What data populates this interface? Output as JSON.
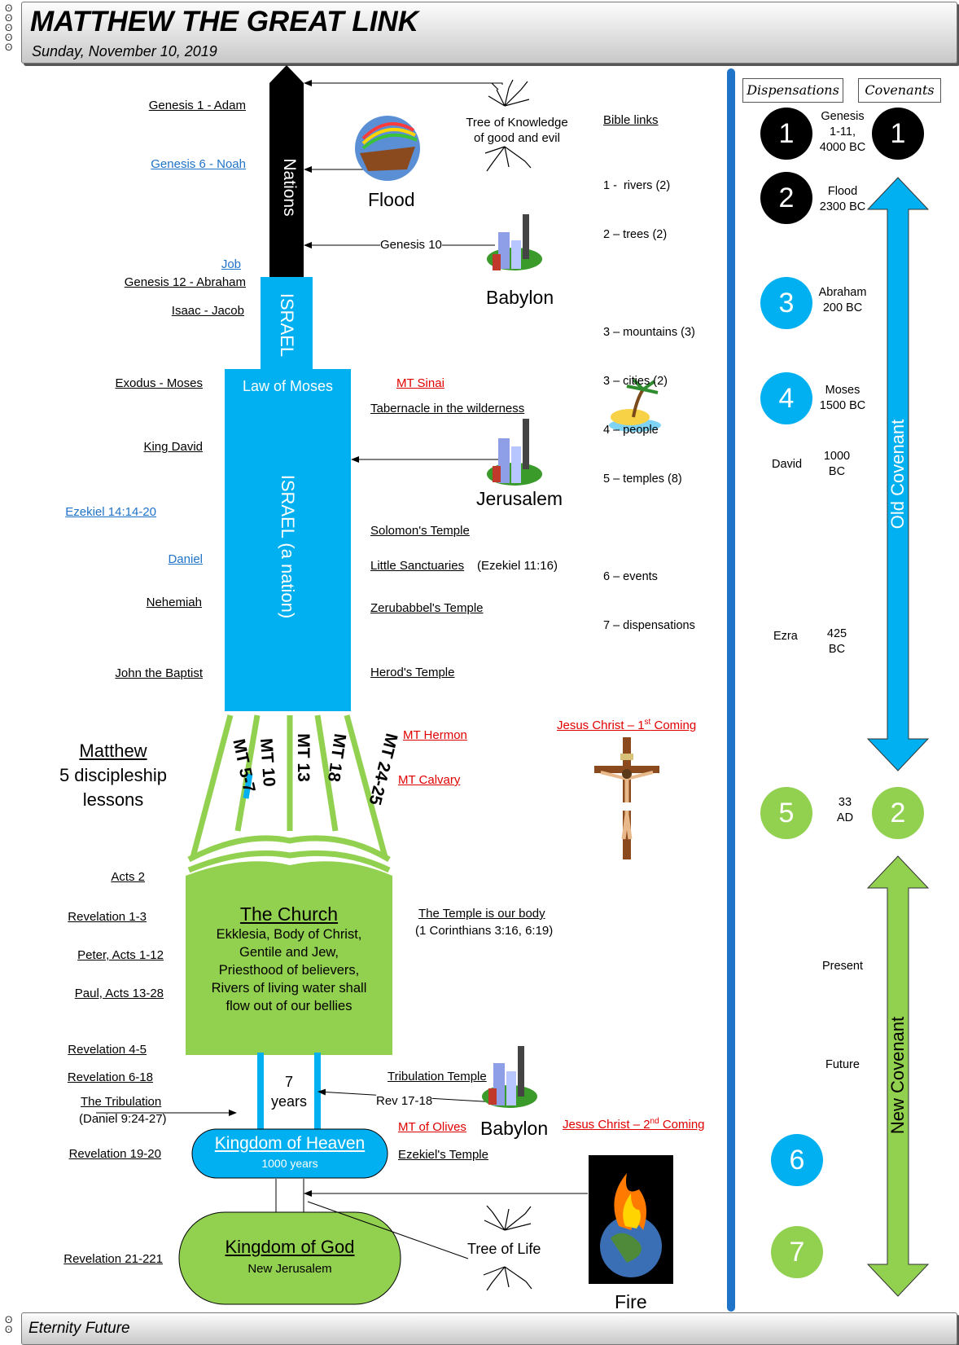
{
  "header": {
    "title": "MATTHEW THE GREAT LINK",
    "date": "Sunday, November 10, 2019"
  },
  "footer": {
    "text": "Eternity Future"
  },
  "colors": {
    "black": "#000000",
    "blue": "#00b0f0",
    "green": "#92d050",
    "link": "#1f73c8",
    "red": "#e00000"
  },
  "column": {
    "nations": "Nations",
    "israel_top": "ISRAEL",
    "law": "Law of Moses",
    "israel_nation": "ISRAEL (a nation)",
    "mt": [
      "MT 5-7",
      "MT 10",
      "MT 13",
      "MT 18",
      "MT 24-25"
    ],
    "church": {
      "title": "The Church",
      "lines": [
        "Ekklesia, Body of Christ,",
        "Gentile and Jew,",
        "Priesthood of believers,",
        "Rivers of living water shall",
        "flow out of our bellies"
      ]
    },
    "seven": "7",
    "years": "years",
    "kingdom_heaven": {
      "title": "Kingdom of Heaven",
      "sub": "1000 years"
    },
    "kingdom_god": {
      "title": "Kingdom of God",
      "sub": "New Jerusalem"
    }
  },
  "left_labels": {
    "genesis1": "Genesis 1 - Adam",
    "genesis6": "Genesis 6 - Noah",
    "job": "Job",
    "genesis12": "Genesis 12 - Abraham",
    "isaac": "Isaac - Jacob",
    "exodus": "Exodus - Moses",
    "david": "King David",
    "ezekiel": "Ezekiel 14:14-20",
    "daniel": "Daniel",
    "nehemiah": "Nehemiah",
    "john": "John the Baptist",
    "acts2": "Acts 2",
    "rev13": "Revelation 1-3",
    "peter": "Peter, Acts 1-12",
    "paul": "Paul, Acts 13-28",
    "rev45": "Revelation 4-5",
    "rev618": "Revelation 6-18",
    "trib": "The  Tribulation",
    "trib_ref": "(Daniel 9:24-27)",
    "rev1920": "Revelation 19-20",
    "rev21": "Revelation 21-221"
  },
  "matthew": {
    "title": "Matthew",
    "line1": "5 discipleship",
    "line2": "lessons"
  },
  "middle": {
    "tree_knowledge": [
      "Tree of Knowledge",
      "of good and evil"
    ],
    "flood": "Flood",
    "genesis10": "Genesis 10",
    "babylon": "Babylon",
    "mt_sinai": "MT Sinai",
    "tabernacle": "Tabernacle in the wilderness",
    "jerusalem": "Jerusalem",
    "solomon": "Solomon's Temple",
    "little": "Little Sanctuaries",
    "little_ref": "(Ezekiel 11:16)",
    "zerubbabel": "Zerubabbel's Temple",
    "herod": "Herod's Temple",
    "mt_hermon": "MT Hermon",
    "mt_calvary": "MT Calvary",
    "jesus1": "Jesus Christ – 1",
    "jesus1_sup": "st",
    "jesus1_end": " Coming",
    "temple_body": "The Temple is our body",
    "corinthians": "(1 Corinthians 3:16, 6:19)",
    "trib_temple": "Tribulation Temple",
    "rev1718": "Rev 17-18",
    "babylon2": "Babylon",
    "mt_olives": "MT of Olives",
    "jesus2": "Jesus Christ – 2",
    "jesus2_sup": "nd",
    "jesus2_end": " Coming",
    "ezekiel_temple": "Ezekiel's Temple",
    "tree_life": "Tree of Life",
    "fire": "Fire"
  },
  "bible_links": {
    "title": "Bible links",
    "items": [
      "1 -  rivers (2)",
      "2 – trees (2)",
      "",
      "3 – mountains (3)",
      "3 – cities (2)",
      "4 – people",
      "5 – temples (8)",
      "",
      "6 – events",
      "7 – dispensations"
    ]
  },
  "right": {
    "dispensations": "Dispensations",
    "covenants": "Covenants",
    "d1": "1",
    "c1": "1",
    "genesis_txt": [
      "Genesis",
      "1-11,",
      "4000 BC"
    ],
    "d2": "2",
    "flood_txt": [
      "Flood",
      "2300 BC"
    ],
    "d3": "3",
    "abraham_txt": [
      "Abraham",
      "200 BC"
    ],
    "d4": "4",
    "moses_txt": [
      "Moses",
      "1500 BC"
    ],
    "david": "David",
    "david_date": [
      "1000",
      "BC"
    ],
    "ezra": "Ezra",
    "ezra_date": [
      "425",
      "BC"
    ],
    "old_covenant": "Old Covenant",
    "d5": "5",
    "c2": "2",
    "ad": [
      "33",
      "AD"
    ],
    "present": "Present",
    "future": "Future",
    "new_covenant": "New Covenant",
    "d6": "6",
    "d7": "7"
  }
}
